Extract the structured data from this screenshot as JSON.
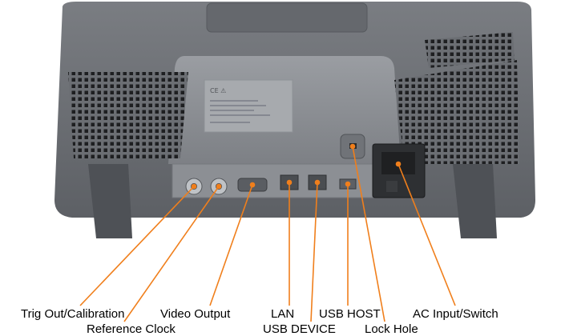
{
  "title": "Oscilloscope rear panel",
  "label_items": [
    {
      "id": "trig_out",
      "text": "Trig Out/Calibration"
    },
    {
      "id": "ref_clock",
      "text": "Reference Clock"
    },
    {
      "id": "video_out",
      "text": "Video Output"
    },
    {
      "id": "lan",
      "text": "LAN"
    },
    {
      "id": "usb_device",
      "text": "USB DEVICE"
    },
    {
      "id": "usb_host",
      "text": "USB HOST"
    },
    {
      "id": "lock_hole",
      "text": "Lock Hole"
    },
    {
      "id": "ac_input",
      "text": "AC Input/Switch"
    }
  ],
  "colors": {
    "body": "#6e7176",
    "body_dark": "#4b4e53",
    "panel": "#8a8d92",
    "callout": "#f07f1c",
    "text": "#000000"
  }
}
